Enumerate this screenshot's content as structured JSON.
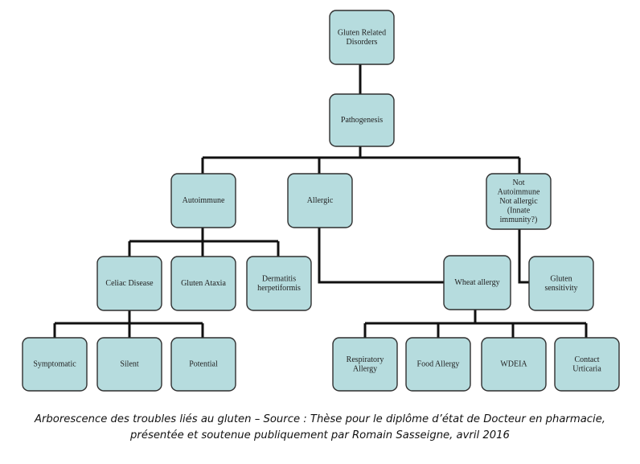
{
  "diagram": {
    "nodes": {
      "root": [
        "Gluten Related",
        "Disorders"
      ],
      "pathogenesis": [
        "Pathogenesis"
      ],
      "autoimmune": [
        "Autoimmune"
      ],
      "allergic": [
        "Allergic"
      ],
      "not_autoimmune": [
        "Not",
        "Autoimmune",
        "Not allergic",
        "(Innate",
        "immunity?)"
      ],
      "celiac": [
        "Celiac Disease"
      ],
      "gluten_ataxia": [
        "Gluten Ataxia"
      ],
      "dermatitis": [
        "Dermatitis",
        "herpetiformis"
      ],
      "wheat_allergy": [
        "Wheat allergy"
      ],
      "gluten_sensitivity": [
        "Gluten",
        "sensitivity"
      ],
      "symptomatic": [
        "Symptomatic"
      ],
      "silent": [
        "Silent"
      ],
      "potential": [
        "Potential"
      ],
      "respiratory": [
        "Respiratory",
        "Allergy"
      ],
      "food_allergy": [
        "Food Allergy"
      ],
      "wdeia": [
        "WDEIA"
      ],
      "contact": [
        "Contact",
        "Urticaria"
      ]
    }
  },
  "caption": {
    "line1": "Arborescence des troubles liés au gluten – Source : Thèse pour le diplôme d’état de Docteur en pharmacie,",
    "line2": "présentée et soutenue publiquement par Romain Sasseigne, avril 2016"
  }
}
